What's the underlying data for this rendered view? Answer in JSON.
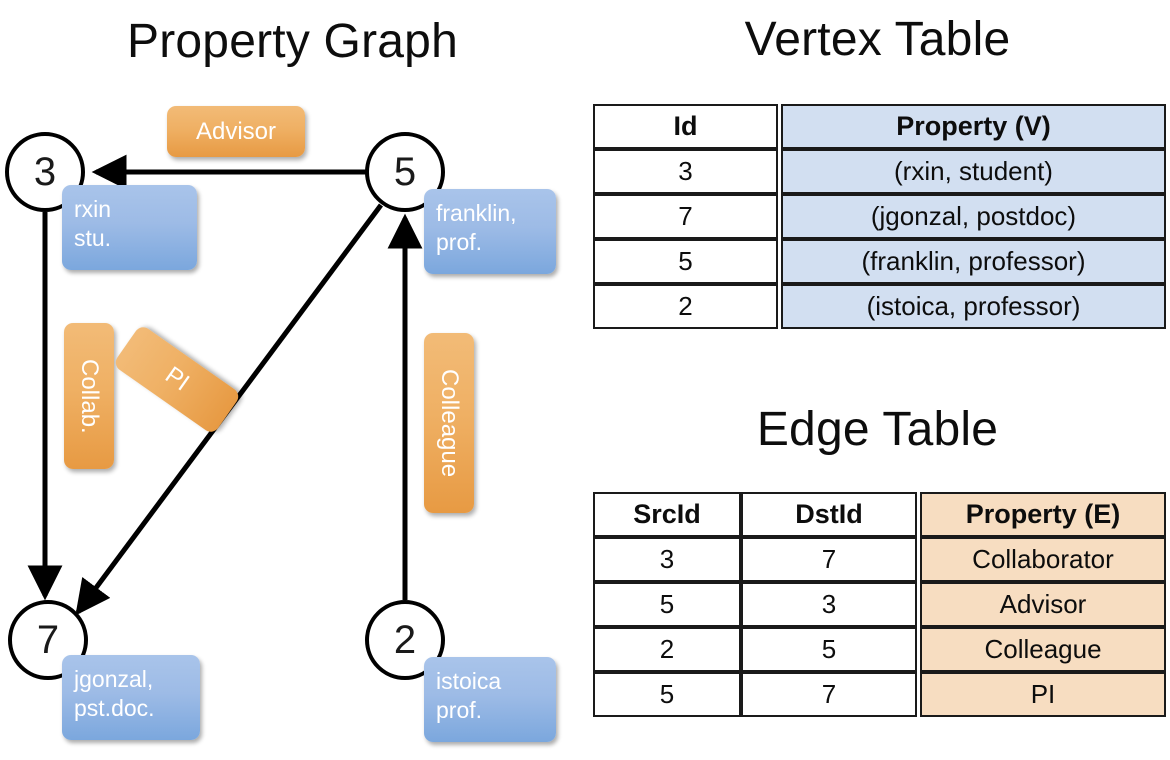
{
  "titles": {
    "property_graph": "Property Graph",
    "vertex_table": "Vertex Table",
    "edge_table": "Edge Table"
  },
  "graph": {
    "nodes": [
      {
        "id": "3",
        "property": "rxin\nstu."
      },
      {
        "id": "5",
        "property": "franklin,\nprof."
      },
      {
        "id": "7",
        "property": "jgonzal,\npst.doc."
      },
      {
        "id": "2",
        "property": "istoica\nprof."
      }
    ],
    "node_labels": {
      "n3": "3",
      "n5": "5",
      "n7": "7",
      "n2": "2"
    },
    "vertex_props": {
      "rxin_line1": "rxin",
      "rxin_line2": "stu.",
      "franklin_line1": "franklin,",
      "franklin_line2": "prof.",
      "jgonzal_line1": "jgonzal,",
      "jgonzal_line2": "pst.doc.",
      "istoica_line1": "istoica",
      "istoica_line2": "prof."
    },
    "edge_labels": {
      "advisor": "Advisor",
      "collab": "Collab.",
      "pi": "PI",
      "colleague": "Colleague"
    },
    "edges": [
      {
        "from": "5",
        "to": "3",
        "label": "Advisor"
      },
      {
        "from": "3",
        "to": "7",
        "label": "Collab."
      },
      {
        "from": "5",
        "to": "7",
        "label": "PI"
      },
      {
        "from": "2",
        "to": "5",
        "label": "Colleague"
      }
    ]
  },
  "vertex_table": {
    "headers": {
      "id": "Id",
      "property": "Property (V)"
    },
    "rows": [
      {
        "id": "3",
        "property": "(rxin, student)"
      },
      {
        "id": "7",
        "property": "(jgonzal, postdoc)"
      },
      {
        "id": "5",
        "property": "(franklin, professor)"
      },
      {
        "id": "2",
        "property": "(istoica, professor)"
      }
    ]
  },
  "edge_table": {
    "headers": {
      "src": "SrcId",
      "dst": "DstId",
      "property": "Property (E)"
    },
    "rows": [
      {
        "src": "3",
        "dst": "7",
        "property": "Collaborator"
      },
      {
        "src": "5",
        "dst": "3",
        "property": "Advisor"
      },
      {
        "src": "2",
        "dst": "5",
        "property": "Colleague"
      },
      {
        "src": "5",
        "dst": "7",
        "property": "PI"
      }
    ]
  },
  "colors": {
    "vertex_box": "#9dbbe6",
    "edge_box": "#efb064",
    "vertex_cell": "#d2dff1",
    "edge_cell": "#f7ddc1",
    "stroke": "#000000",
    "background": "#ffffff"
  }
}
